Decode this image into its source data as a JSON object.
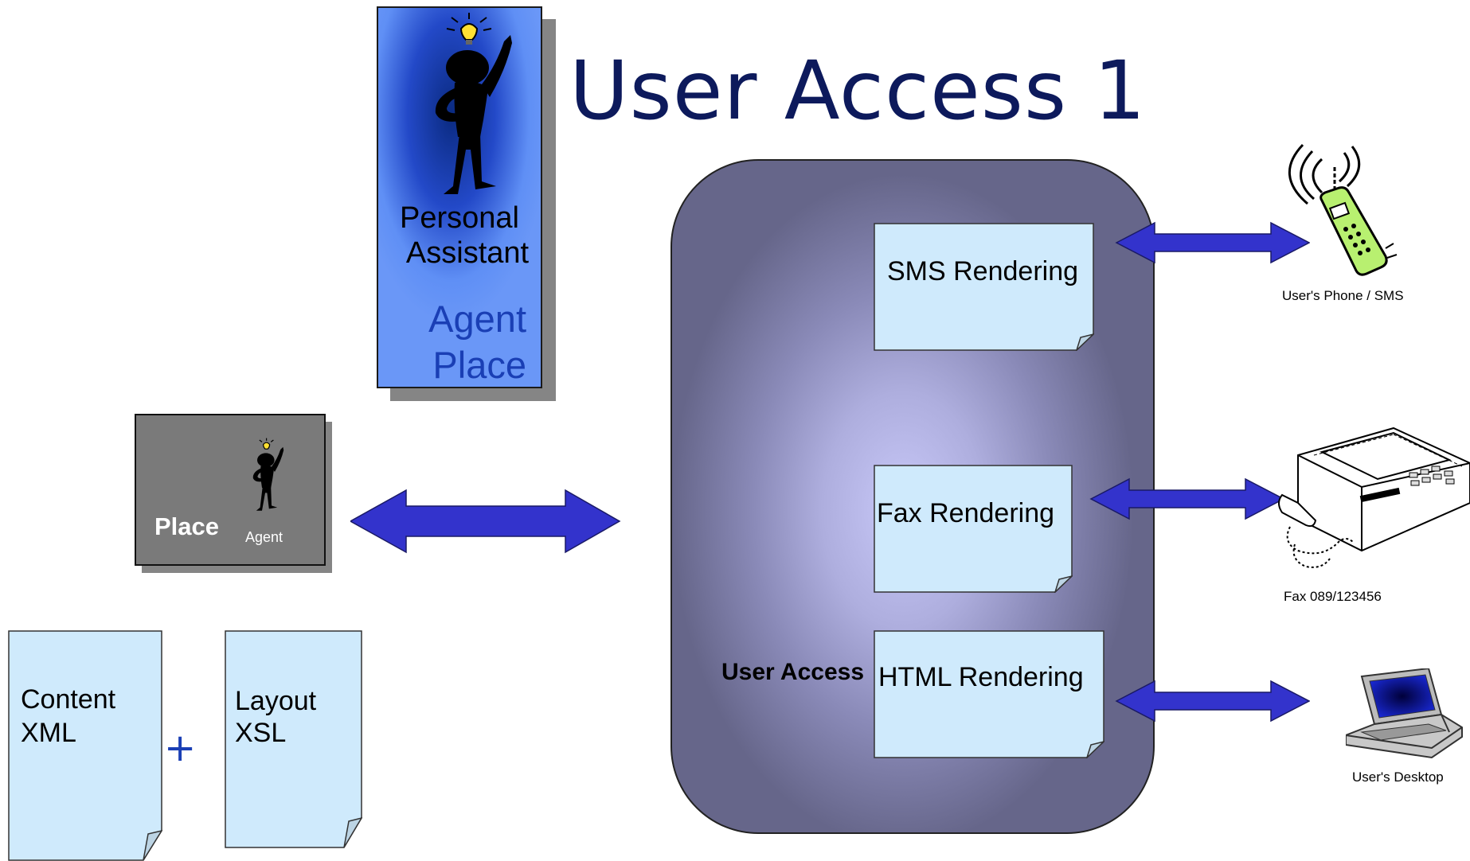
{
  "title": "User Access 1",
  "personal_assistant": {
    "line1": "Personal",
    "line2": "Assistant",
    "agent": "Agent",
    "place": "Place"
  },
  "place_card": {
    "label": "Place",
    "agent": "Agent"
  },
  "user_access": {
    "label": "User Access"
  },
  "renderings": {
    "sms": "SMS Rendering",
    "fax": "Fax Rendering",
    "html": "HTML Rendering"
  },
  "devices": {
    "phone": "User's Phone / SMS",
    "fax": "Fax 089/123456",
    "desktop": "User's Desktop"
  },
  "documents": {
    "content_line1": "Content",
    "content_line2": "XML",
    "plus": "+",
    "layout_line1": "Layout",
    "layout_line2": "XSL"
  },
  "colors": {
    "arrow": "#3333cc",
    "title": "#0d1a5c",
    "note": "#cfeafc",
    "agent_text": "#1a3fb5"
  }
}
